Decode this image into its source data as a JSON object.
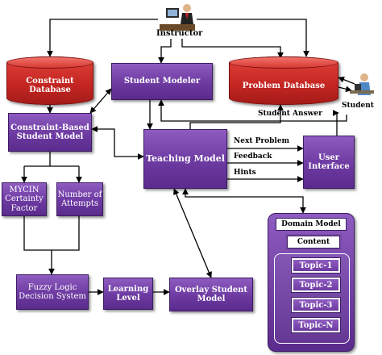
{
  "actors": {
    "instructor": "Instructor",
    "student": "Student"
  },
  "databases": {
    "constraint": "Constraint Database",
    "problem": "Problem Database"
  },
  "modules": {
    "student_modeler": "Student Modeler",
    "constraint_based": "Constraint-Based Student Model",
    "teaching_model": "Teaching Model",
    "user_interface": "User Interface",
    "mycin": "MYCIN Certainty Factor",
    "attempts": "Number of Attempts",
    "fuzzy": "Fuzzy Logic Decision System",
    "learning": "Learning Level",
    "overlay": "Overlay Student Model"
  },
  "flows": {
    "student_answer": "Student Answer",
    "next_problem": "Next Problem",
    "feedback": "Feedback",
    "hints": "Hints"
  },
  "domain_model": {
    "title": "Domain Model",
    "content": "Content",
    "topics": [
      "Topic-1",
      "Topic-2",
      "Topic-3",
      "Topic-N"
    ]
  },
  "colors": {
    "module": "#6d3aa1",
    "database": "#c32622",
    "arrow": "#000000"
  }
}
